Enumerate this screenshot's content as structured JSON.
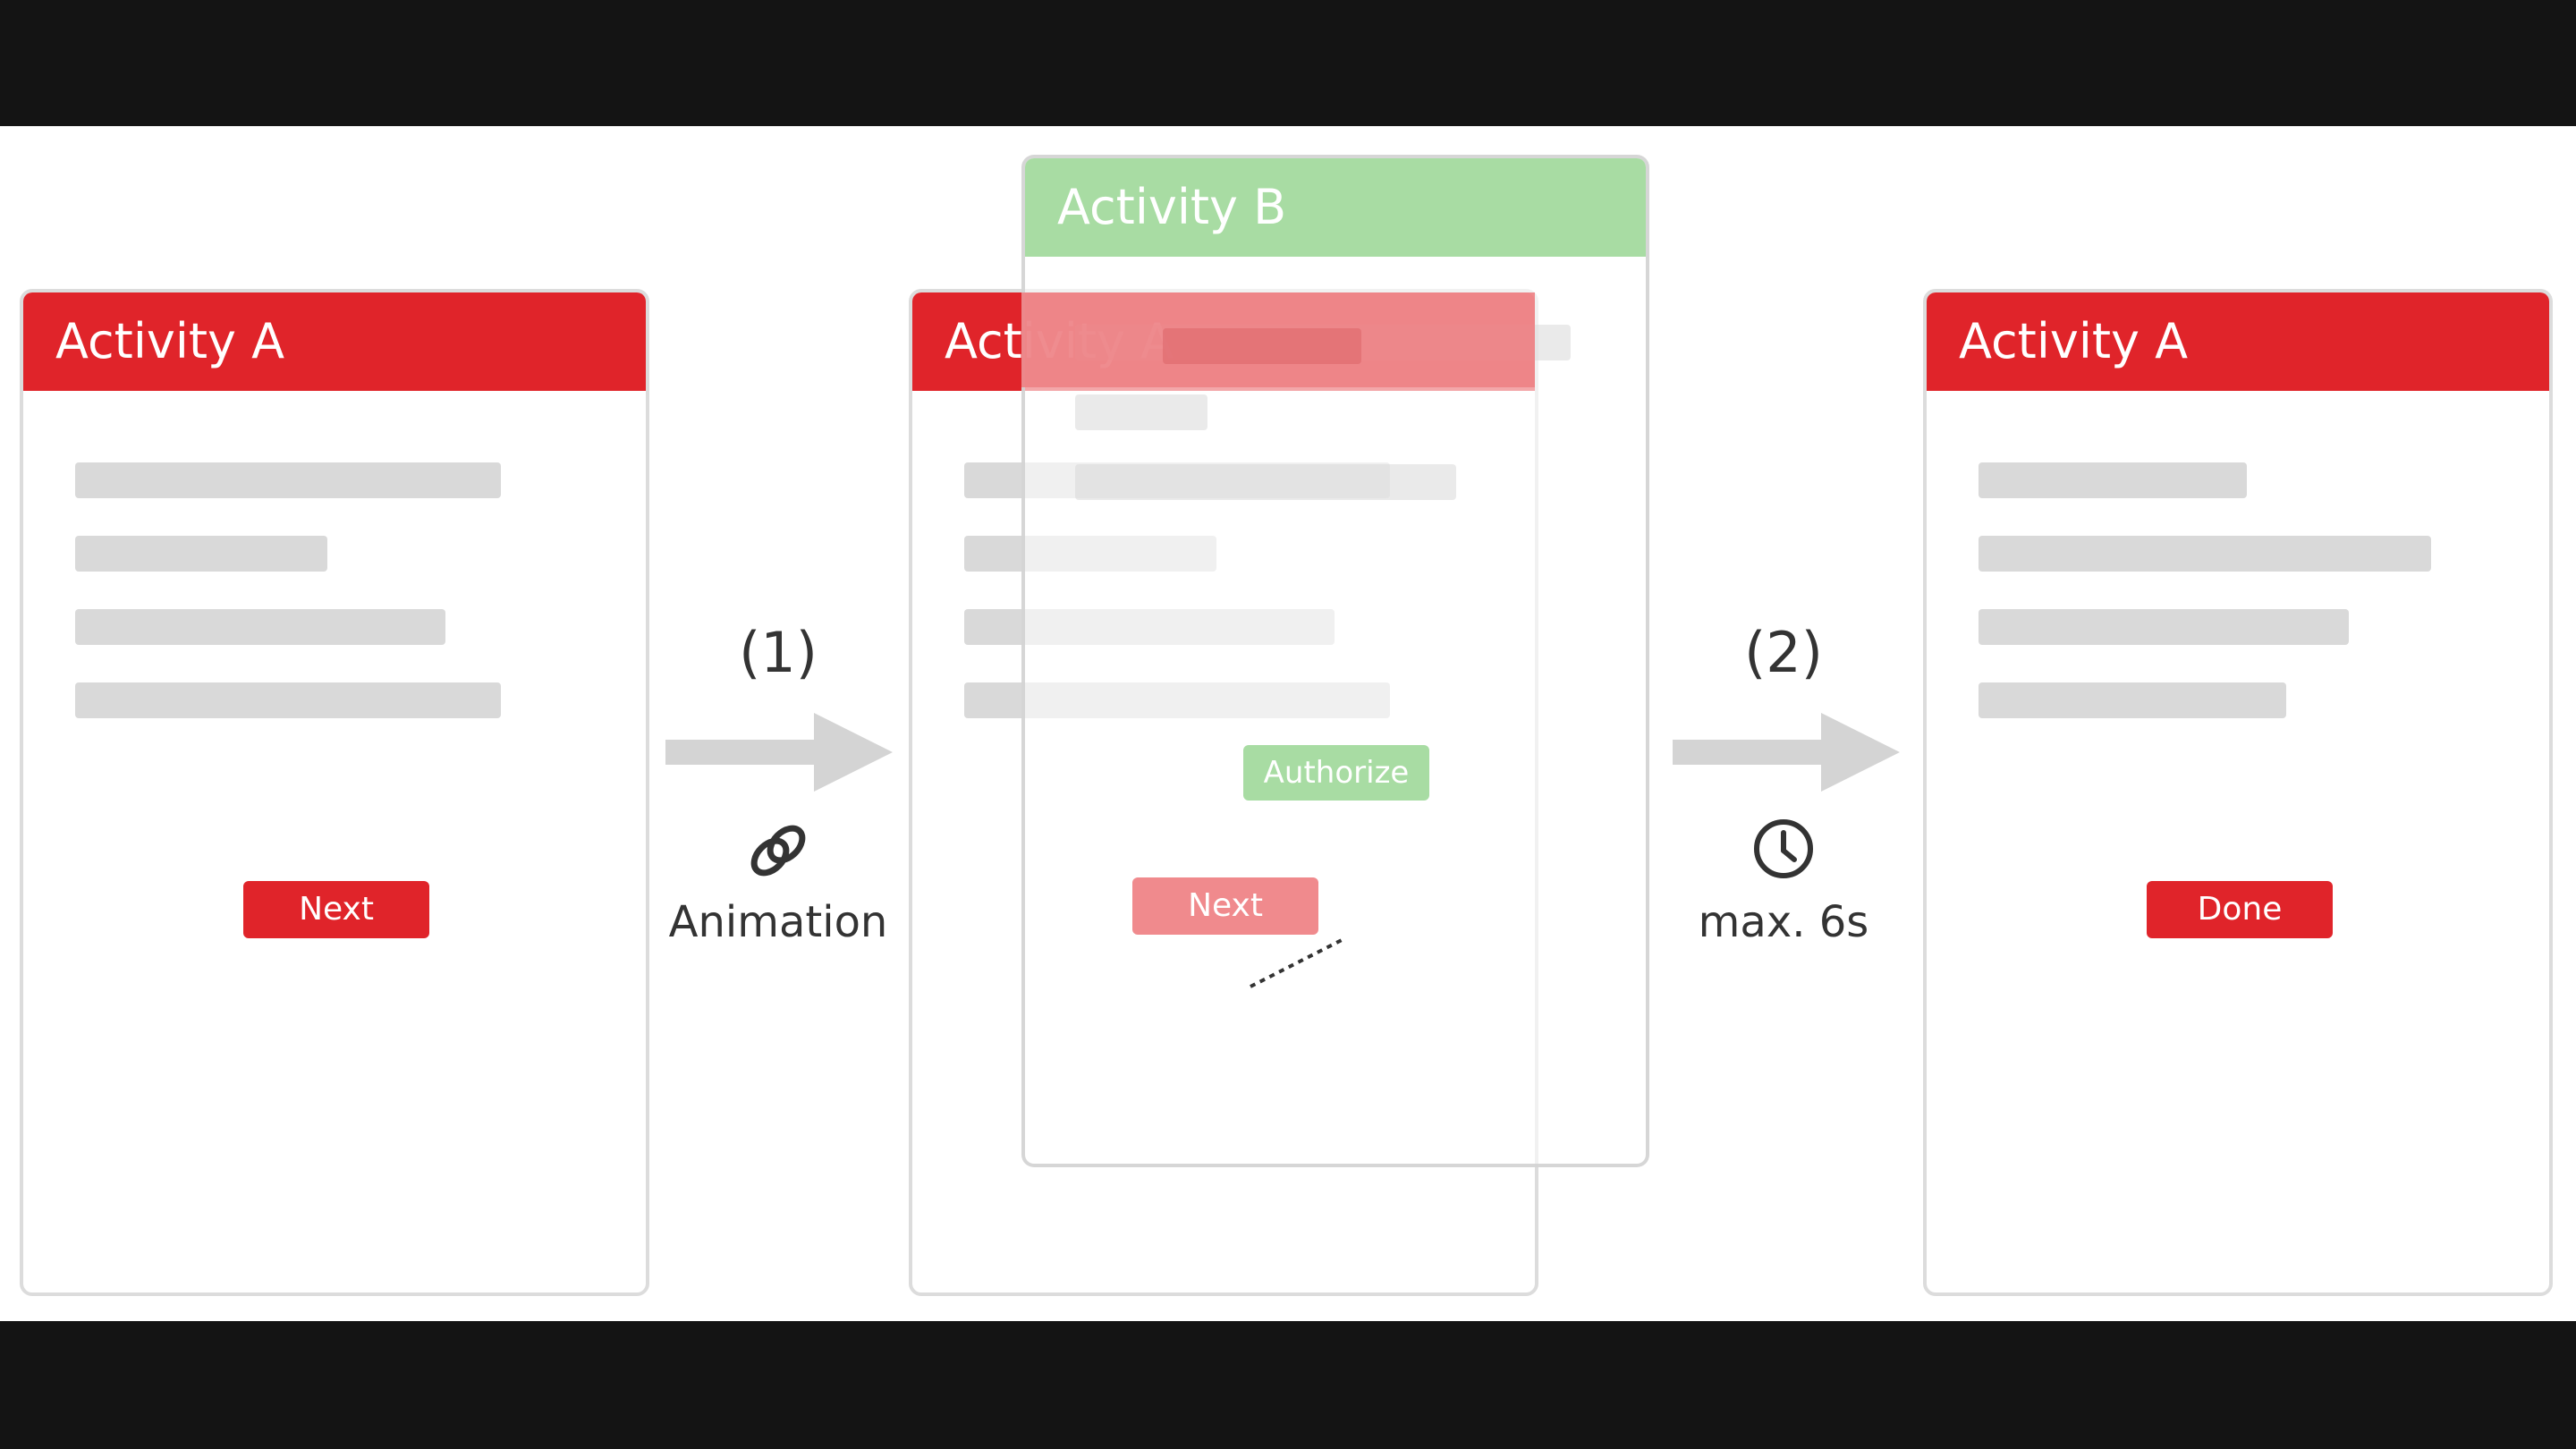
{
  "colors": {
    "activity_a_header": "#e0242a",
    "activity_b_header": "#a8dca3",
    "button_red": "#e0242a",
    "button_faded_red": "#f08a8d",
    "authorize_green": "#a8dca3",
    "placeholder_bar": "#d9d9d9",
    "arrow": "#d4d4d4"
  },
  "left_panel": {
    "header": "Activity A",
    "button": "Next"
  },
  "step1": {
    "label": "(1)",
    "icon": "link-rings-icon",
    "caption": "Animation"
  },
  "middle_panel": {
    "back_header": "Activity A",
    "front_header": "Activity B",
    "authorize_button": "Authorize",
    "next_button": "Next"
  },
  "step2": {
    "label": "(2)",
    "icon": "clock-icon",
    "caption": "max. 6s"
  },
  "right_panel": {
    "header": "Activity A",
    "button": "Done"
  }
}
